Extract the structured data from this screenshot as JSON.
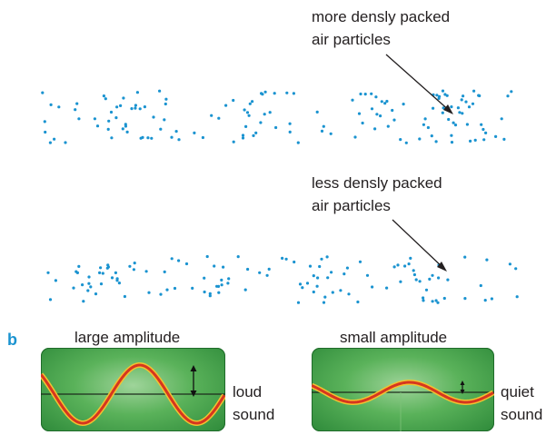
{
  "annotations": {
    "dense_line1": "more densly packed",
    "dense_line2": "air particles",
    "less_line1": "less densly packed",
    "less_line2": "air particles"
  },
  "part_b": {
    "label": "b",
    "large": {
      "title": "large amplitude",
      "desc1": "loud",
      "desc2": "sound"
    },
    "small": {
      "title": "small amplitude",
      "desc1": "quiet",
      "desc2": "sound"
    }
  },
  "colors": {
    "particle": "#1a93d0",
    "wave_outer": "#f2c230",
    "wave_inner": "#d6361f",
    "screen_dark": "#2e8a3a"
  },
  "icons": [
    "arrow-pointer-icon",
    "double-arrow-icon"
  ]
}
